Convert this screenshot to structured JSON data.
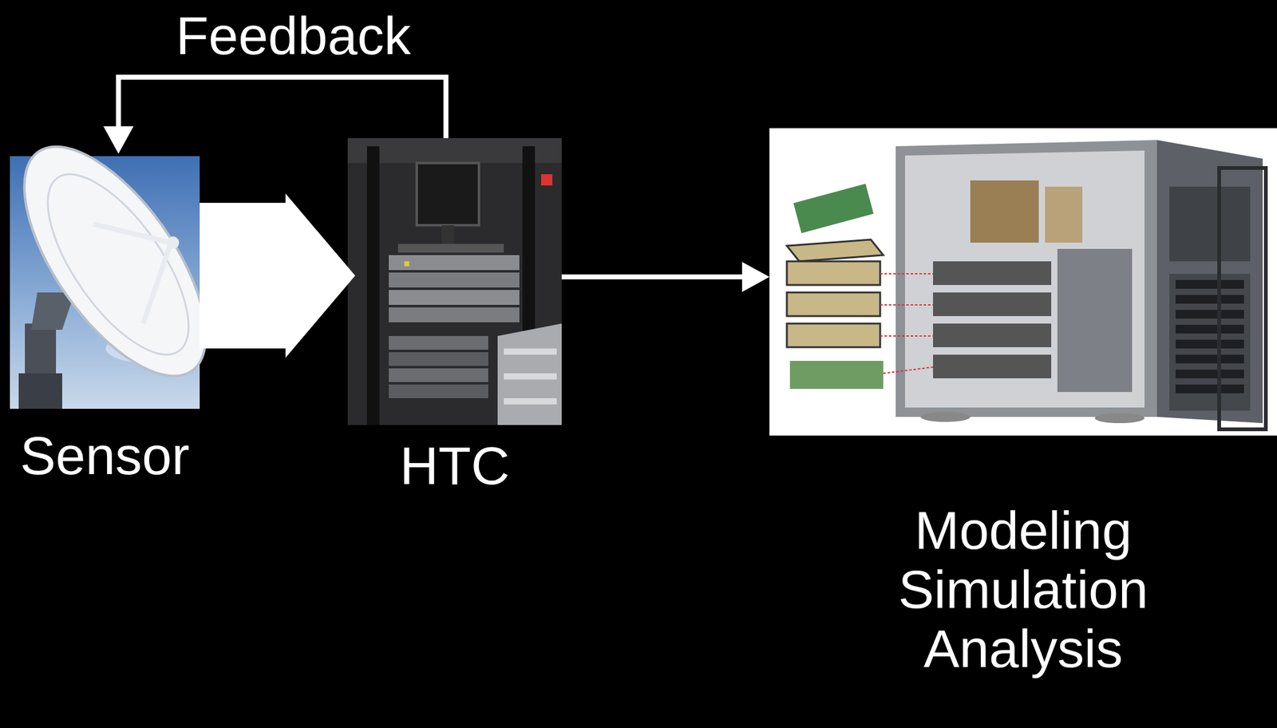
{
  "diagram": {
    "nodes": [
      {
        "text": [
          "Sensor"
        ]
      },
      {
        "text": [
          "HTC"
        ]
      },
      {
        "text": [
          "Modeling Simulation Analysis"
        ]
      }
    ],
    "edges": [
      {
        "from": 0,
        "to": 1,
        "arrow": "to"
      },
      {
        "from": 1,
        "to": 0,
        "arrow": "to",
        "label": "Feedback"
      },
      {
        "from": 1,
        "to": 2,
        "arrow": "to"
      }
    ]
  }
}
